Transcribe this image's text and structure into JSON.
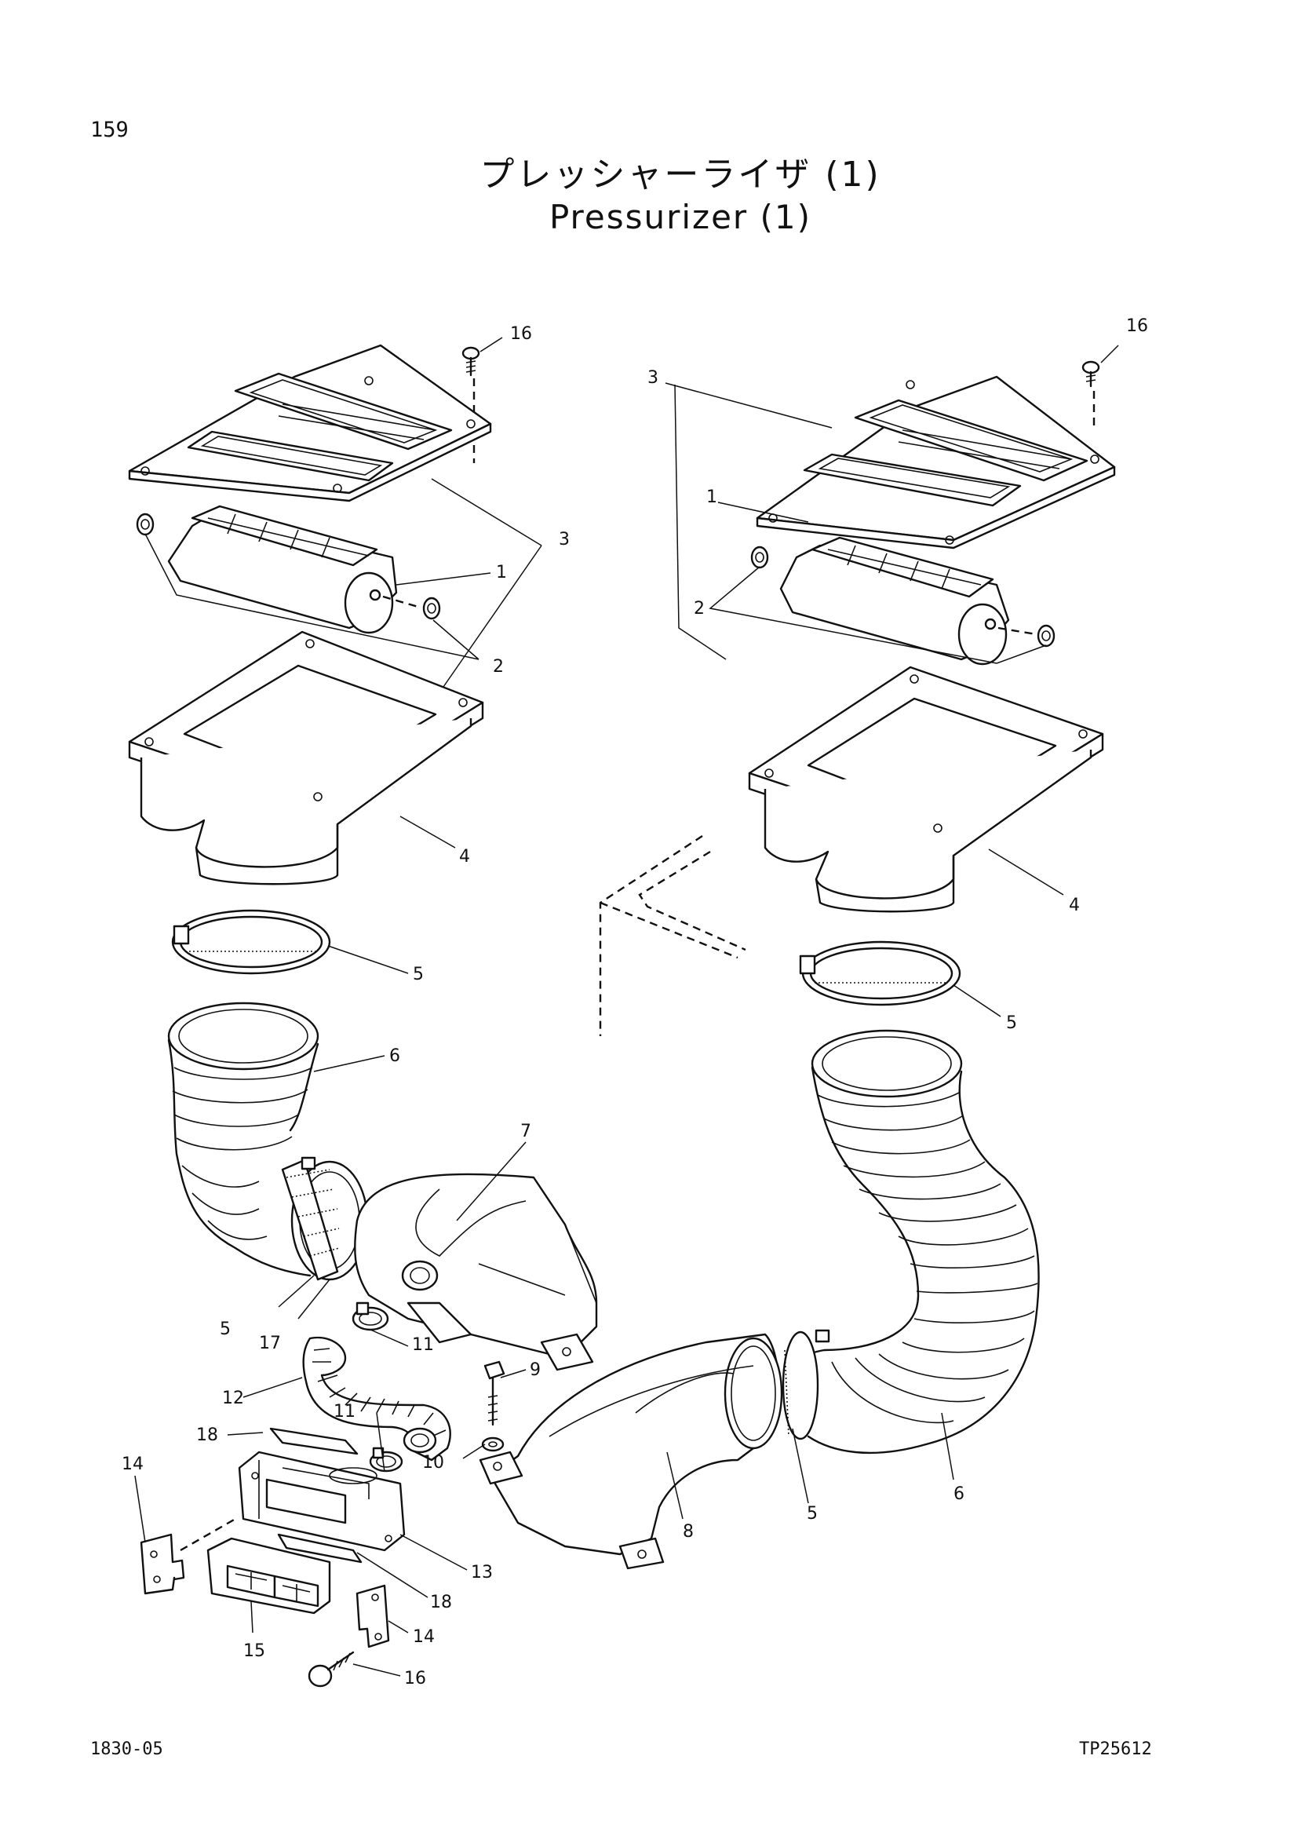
{
  "page_number": "159",
  "title": {
    "ja": "プレッシャーライザ (1)",
    "en": "Pressurizer (1)"
  },
  "footer": {
    "code": "1830-05",
    "ref": "TP25612"
  },
  "callouts": {
    "c16a": "16",
    "c16b": "16",
    "c3a": "3",
    "c3b": "3",
    "c1a": "1",
    "c1b": "1",
    "c2a": "2",
    "c2b": "2",
    "c4a": "4",
    "c4b": "4",
    "c5a": "5",
    "c5b": "5",
    "c5c": "5",
    "c5d": "5",
    "c6a": "6",
    "c6b": "6",
    "c7": "7",
    "c8": "8",
    "c9": "9",
    "c10": "10",
    "c11a": "11",
    "c11b": "11",
    "c12": "12",
    "c13": "13",
    "c14a": "14",
    "c14b": "14",
    "c15": "15",
    "c16c": "16",
    "c17": "17",
    "c18a": "18",
    "c18b": "18"
  }
}
